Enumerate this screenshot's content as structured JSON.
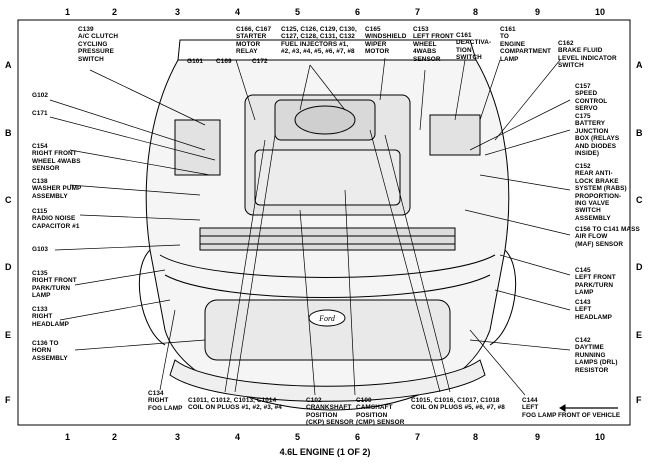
{
  "title": "4.6L ENGINE (1 OF 2)",
  "front_of_vehicle": "FRONT OF VEHICLE",
  "grid": {
    "columns": [
      "1",
      "2",
      "3",
      "4",
      "5",
      "6",
      "7",
      "8",
      "9",
      "10"
    ],
    "rows": [
      "A",
      "B",
      "C",
      "D",
      "E",
      "F"
    ]
  },
  "labels": {
    "c139": [
      "C139",
      "A/C CLUTCH",
      "CYCLING",
      "PRESSURE",
      "SWITCH"
    ],
    "c166": [
      "C166, C167",
      "STARTER",
      "MOTOR",
      "RELAY"
    ],
    "c125": [
      "C125, C126, C129, C130,",
      "C127, C128, C131, C132",
      "FUEL INJECTORS #1,",
      "#2, #3, #4, #5, #6, #7, #8"
    ],
    "c165": [
      "C165",
      "WINDSHIELD",
      "WIPER",
      "MOTOR"
    ],
    "c153": [
      "C153",
      "LEFT FRONT",
      "WHEEL",
      "4WABS",
      "SENSOR"
    ],
    "c161": [
      "C161",
      "DEACTIVA-",
      "TION",
      "SWITCH"
    ],
    "c161b": [
      "C161",
      "TO",
      "ENGINE",
      "COMPARTMENT",
      "LAMP"
    ],
    "c162": [
      "C162",
      "BRAKE FLUID",
      "LEVEL INDICATOR",
      "SWITCH"
    ],
    "g101": [
      "G101"
    ],
    "c169": [
      "C169"
    ],
    "c172": [
      "C172"
    ],
    "g102": [
      "G102"
    ],
    "c171": [
      "C171"
    ],
    "c154": [
      "C154",
      "RIGHT FRONT",
      "WHEEL 4WABS",
      "SENSOR"
    ],
    "c138": [
      "C138",
      "WASHER PUMP",
      "ASSEMBLY"
    ],
    "c115": [
      "C115",
      "RADIO NOISE",
      "CAPACITOR #1"
    ],
    "g103": [
      "G103"
    ],
    "c135": [
      "C135",
      "RIGHT FRONT",
      "PARK/TURN",
      "LAMP"
    ],
    "c133": [
      "C133",
      "RIGHT",
      "HEADLAMP"
    ],
    "c136": [
      "C136 TO",
      "HORN",
      "ASSEMBLY"
    ],
    "c157": [
      "C157",
      "SPEED",
      "CONTROL",
      "SERVO"
    ],
    "c175": [
      "C175",
      "BATTERY",
      "JUNCTION",
      "BOX (RELAYS",
      "AND DIODES",
      "INSIDE)"
    ],
    "c152": [
      "C152",
      "REAR ANTI-",
      "LOCK BRAKE",
      "SYSTEM (RABS)",
      "PROPORTION-",
      "ING VALVE",
      "SWITCH",
      "ASSEMBLY"
    ],
    "c156": [
      "C156 TO C141 MASS",
      "AIR FLOW",
      "(MAF) SENSOR"
    ],
    "c145": [
      "C145",
      "LEFT FRONT",
      "PARK/TURN",
      "LAMP"
    ],
    "c143": [
      "C143",
      "LEFT",
      "HEADLAMP"
    ],
    "c142": [
      "C142",
      "DAYTIME",
      "RUNNING",
      "LAMPS (DRL)",
      "RESISTOR"
    ],
    "c134": [
      "C134",
      "RIGHT",
      "FOG LAMP"
    ],
    "c1011": [
      "C1011, C1012, C1013, C1014",
      "COIL ON PLUGS #1, #2, #3, #4"
    ],
    "c102": [
      "C102",
      "CRANKSHAFT",
      "POSITION",
      "(CKP) SENSOR"
    ],
    "c100": [
      "C100",
      "CAMSHAFT",
      "POSITION",
      "(CMP) SENSOR"
    ],
    "c1015": [
      "C1015, C1016, C1017, C1018",
      "COIL ON PLUGS #5, #6, #7, #8"
    ],
    "c144": [
      "C144",
      "LEFT",
      "FOG LAMP"
    ]
  },
  "brand_emblem": "Ford"
}
